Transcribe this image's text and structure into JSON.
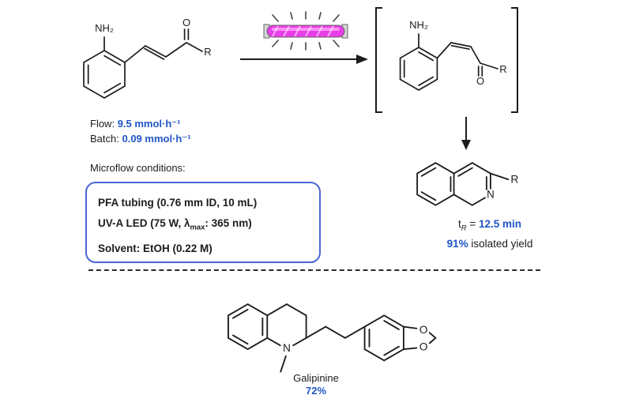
{
  "scheme": {
    "flow_label": "Flow:",
    "flow_value": "9.5 mmol·h⁻¹",
    "batch_label": "Batch:",
    "batch_value": "0.09 mmol·h⁻¹",
    "microflow_title": "Microflow conditions:",
    "conditions": {
      "line1": "PFA tubing (0.76 mm ID, 10 mL)",
      "line2_pre": "UV-A LED (75 W, λ",
      "line2_sub": "max",
      "line2_post": ": 365 nm)",
      "line3": "Solvent: EtOH (0.22 M)"
    },
    "result": {
      "t_pre": "t",
      "t_sub": "R",
      "t_eq": " = ",
      "t_value": "12.5 min",
      "yield_value": "91%",
      "yield_label": " isolated yield"
    },
    "product": {
      "name": "Galipinine",
      "yield": "72%"
    },
    "atoms": {
      "nh2_start": "NH₂",
      "o_start": "O",
      "r_start": "R",
      "nh2_z": "NH₂",
      "o_z": "O",
      "r_z": "R",
      "n_quinoline": "N",
      "r_quinoline": "R",
      "n_thq": "N",
      "o_diox_top": "O",
      "o_diox_bottom": "O"
    },
    "colors": {
      "accent_blue": "#2056c7",
      "box_border": "#4a66d4",
      "lamp_magenta": "#e83ee8",
      "bond_black": "#1c1c1c"
    }
  }
}
